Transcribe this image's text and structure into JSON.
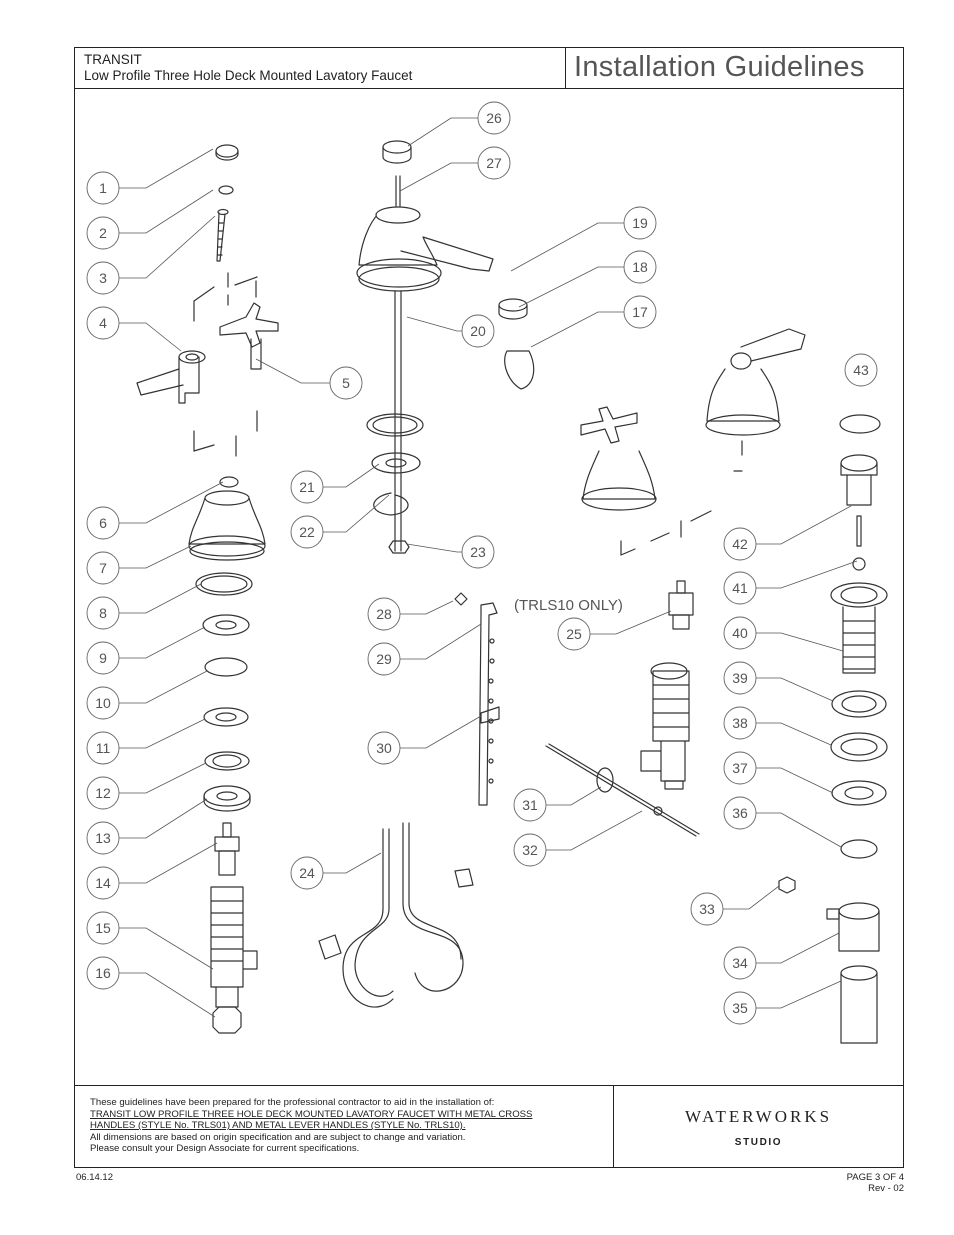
{
  "header": {
    "product_name": "TRANSIT",
    "product_desc": "Low Profile Three Hole Deck Mounted Lavatory Faucet",
    "doc_title": "Installation Guidelines"
  },
  "diagram": {
    "callouts": [
      "1",
      "2",
      "3",
      "4",
      "5",
      "6",
      "7",
      "8",
      "9",
      "10",
      "11",
      "12",
      "13",
      "14",
      "15",
      "16",
      "17",
      "18",
      "19",
      "20",
      "21",
      "22",
      "23",
      "24",
      "25",
      "26",
      "27",
      "28",
      "29",
      "30",
      "31",
      "32",
      "33",
      "34",
      "35",
      "36",
      "37",
      "38",
      "39",
      "40",
      "41",
      "42",
      "43"
    ],
    "note": "(TRLS10 ONLY)"
  },
  "footer": {
    "line1": "These guidelines have been prepared for the professional contractor to aid in the installation of:",
    "line2": "TRANSIT LOW PROFILE THREE HOLE DECK MOUNTED LAVATORY FAUCET WITH METAL CROSS",
    "line3": "HANDLES (STYLE No. TRLS01) AND METAL LEVER HANDLES (STYLE No. TRLS10).",
    "line4": "All dimensions are based on origin specification and are subject to change and variation.",
    "line5": "Please consult your Design Associate for current specifications.",
    "brand": "WATERWORKS",
    "brand_sub": "STUDIO",
    "date": "06.14.12",
    "page": "PAGE 3 OF 4",
    "rev": "Rev - 02"
  }
}
